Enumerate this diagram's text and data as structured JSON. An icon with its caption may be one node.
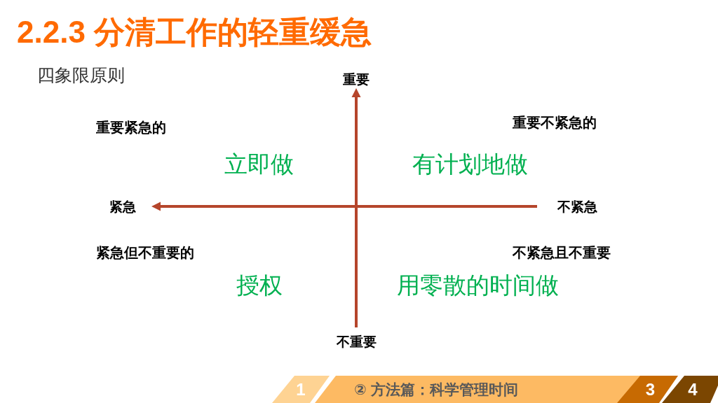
{
  "diagram": {
    "title": "2.2.3 分清工作的轻重缓急",
    "nodes": [
      {
        "text": [
          "1"
        ]
      },
      {
        "text": [
          "② 方法篇：科学管理时间"
        ]
      },
      {
        "text": [
          "3"
        ]
      },
      {
        "text": [
          "4"
        ]
      }
    ],
    "edges": [],
    "labels": [
      "四象限原则",
      "重要",
      "重要紧急的",
      "重要不紧急的",
      "立即做",
      "有计划地做",
      "紧急",
      "不紧急",
      "紧急但不重要的",
      "不紧急且不重要",
      "授权",
      "用零散的时间做",
      "不重要"
    ]
  }
}
